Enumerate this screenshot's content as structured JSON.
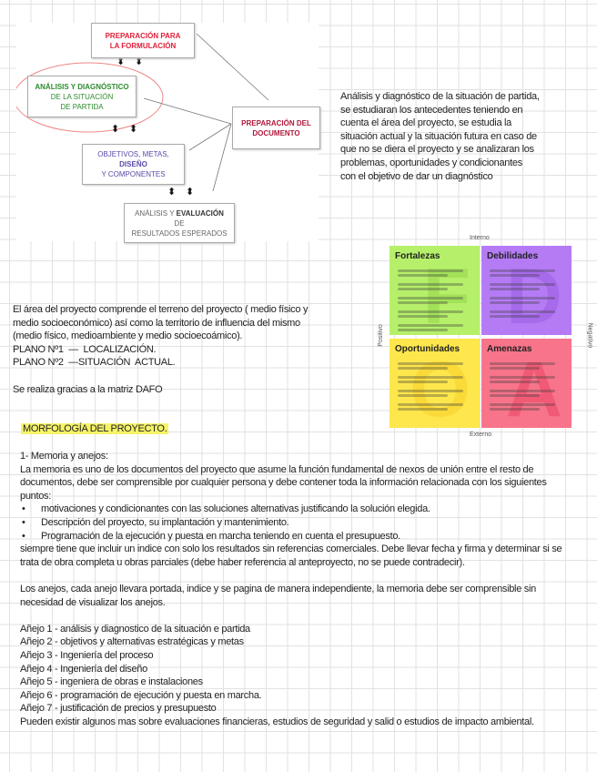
{
  "diagram": {
    "box_prep_formulacion": [
      "PREPARACIÓN PARA",
      "LA FORMULACIÓN"
    ],
    "box_analisis": [
      "ANÁLISIS Y DIAGNÓSTICO",
      "DE LA SITUACIÓN",
      "DE PARTIDA"
    ],
    "box_prep_documento": [
      "PREPARACIÓN DEL",
      "DOCUMENTO"
    ],
    "box_objetivos": [
      "OBJETIVOS, METAS,",
      "DISEÑO",
      "Y COMPONENTES"
    ],
    "box_evaluacion": [
      "ANÁLISIS Y ",
      "EVALUACIÓN",
      "DE",
      "RESULTADOS ESPERADOS"
    ],
    "colors": {
      "red": "#e0203a",
      "green": "#2e8b2e",
      "purple": "#5a4aa8",
      "crimson": "#b0183a"
    }
  },
  "right_paragraph": "Análisis y diagnóstico de la situación de partida,\nse estudiaran los antecedentes teniendo en\ncuenta el área del proyecto, se estudia la\nsituación actual y la situación futura en caso de\nque no se diera el proyecto y se analizaran los\nproblemas, oportunidades y condicionantes\ncon el objetivo de dar un diagnóstico",
  "left_paragraph": "El área del proyecto comprende el terreno del proyecto ( medio físico y\nmedio socioeconómico) así como la territorio de influencia del mismo\n(medio físico, medioambiente y medio socioecoámico).\nPLANO Nº1  —  LOCALIZACIÓN.\nPLANO Nº2  —SITUACIÓN  ACTUAL.\n\nSe realiza gracias a la matriz DAFO",
  "dafo": {
    "top": "Interno",
    "bottom": "Externo",
    "left": "Positivo",
    "right": "Negativo",
    "quadrants": [
      {
        "title": "Fortalezas",
        "letter": "F",
        "color": "#b6f06a",
        "letter_color": "#6cb82a"
      },
      {
        "title": "Debilidades",
        "letter": "D",
        "color": "#b57bf5",
        "letter_color": "#7a3ad0"
      },
      {
        "title": "Oportunidades",
        "letter": "O",
        "color": "#fde74c",
        "letter_color": "#f0b400"
      },
      {
        "title": "Amenazas",
        "letter": "A",
        "color": "#f7748a",
        "letter_color": "#e0103a"
      }
    ]
  },
  "morfologia_heading": "MORFOLOGÍA DEL PROYECTO.",
  "memoria": {
    "heading": "1- Memoria y anejos:",
    "intro": "La memoria es uno de los documentos del proyecto que asume la función fundamental de nexos de unión entre el resto de documentos, debe ser comprensible por cualquier persona y debe contener toda la información relacionada con los siguientes puntos:",
    "bullets": [
      "motivaciones y condicionantes con las soluciones alternativas justificando la solución elegida.",
      "Descripción del proyecto, su implantación y mantenimiento.",
      "Programación de la ejecución y puesta en marcha teniendo en cuenta el presupuesto."
    ],
    "after": "siempre tiene que incluir un indice con solo los resultados sin referencias comerciales. Debe llevar fecha y firma y determinar si se trata de obra completa u obras parciales (debe haber referencia al anteproyecto, no se puede contradecir).",
    "anejos_intro": "Los anejos, cada anejo llevara portada, indice y se pagina de manera independiente, la memoria debe ser comprensible sin necesidad de visualizar los anejos.",
    "anejos": [
      "Añejo 1 - análisis y diagnostico de la situación e partida",
      "Añejo 2 - objetivos y alternativas estratégicas y metas",
      "Añejo 3 - Ingeniería del proceso",
      "Añejo 4 - Ingeniería del diseño",
      "Añejo 5 - ingeniera de obras e instalaciones",
      "Añejo 6 - programación de ejecución y puesta en marcha.",
      "Añejo 7 - justificación de precios y presupuesto"
    ],
    "closing": "Pueden existir algunos mas sobre evaluaciones financieras, estudios de seguridad y salid o estudios de impacto ambiental."
  }
}
